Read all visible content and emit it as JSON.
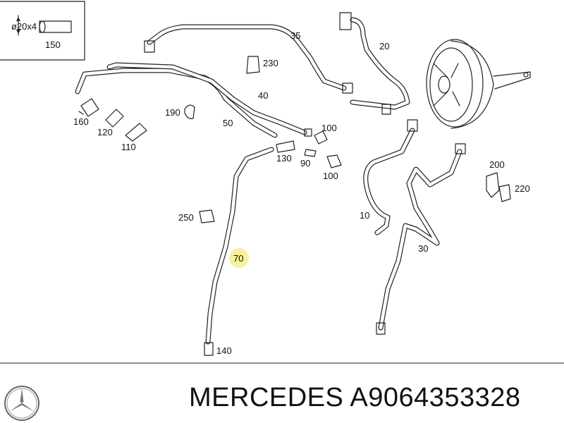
{
  "inset": {
    "dimension": "ø20x4",
    "part_number": "150"
  },
  "callouts": {
    "c10": "10",
    "c20": "20",
    "c30": "30",
    "c35": "35",
    "c40": "40",
    "c50": "50",
    "c70": "70",
    "c90": "90",
    "c100a": "100",
    "c100b": "100",
    "c110": "110",
    "c120": "120",
    "c130": "130",
    "c140": "140",
    "c160": "160",
    "c190": "190",
    "c200": "200",
    "c220": "220",
    "c230": "230",
    "c250": "250"
  },
  "highlight": {
    "part": "70",
    "color": "#f3f08a"
  },
  "footer": {
    "brand": "MERCEDES",
    "part_number": "A9064353328",
    "logo": "mercedes-star-icon"
  }
}
